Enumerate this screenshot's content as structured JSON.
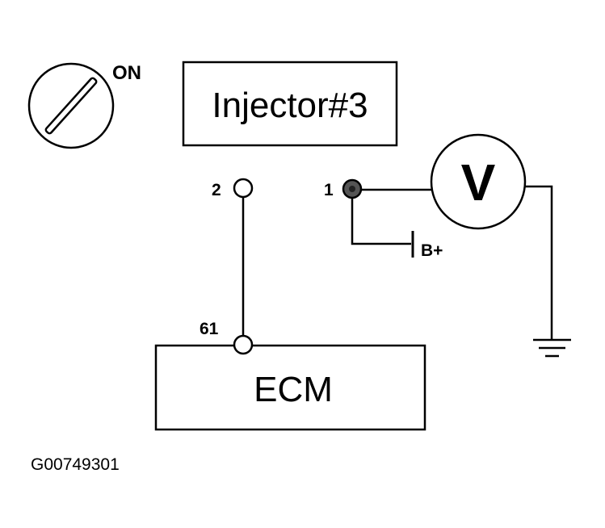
{
  "ignition": {
    "state_label": "ON"
  },
  "injector": {
    "label": "Injector#3"
  },
  "connector": {
    "pin2": "2",
    "pin1": "1"
  },
  "meter": {
    "symbol": "V"
  },
  "supply": {
    "label": "B+"
  },
  "ecm": {
    "label": "ECM",
    "pin": "61"
  },
  "figure_code": "G00749301"
}
